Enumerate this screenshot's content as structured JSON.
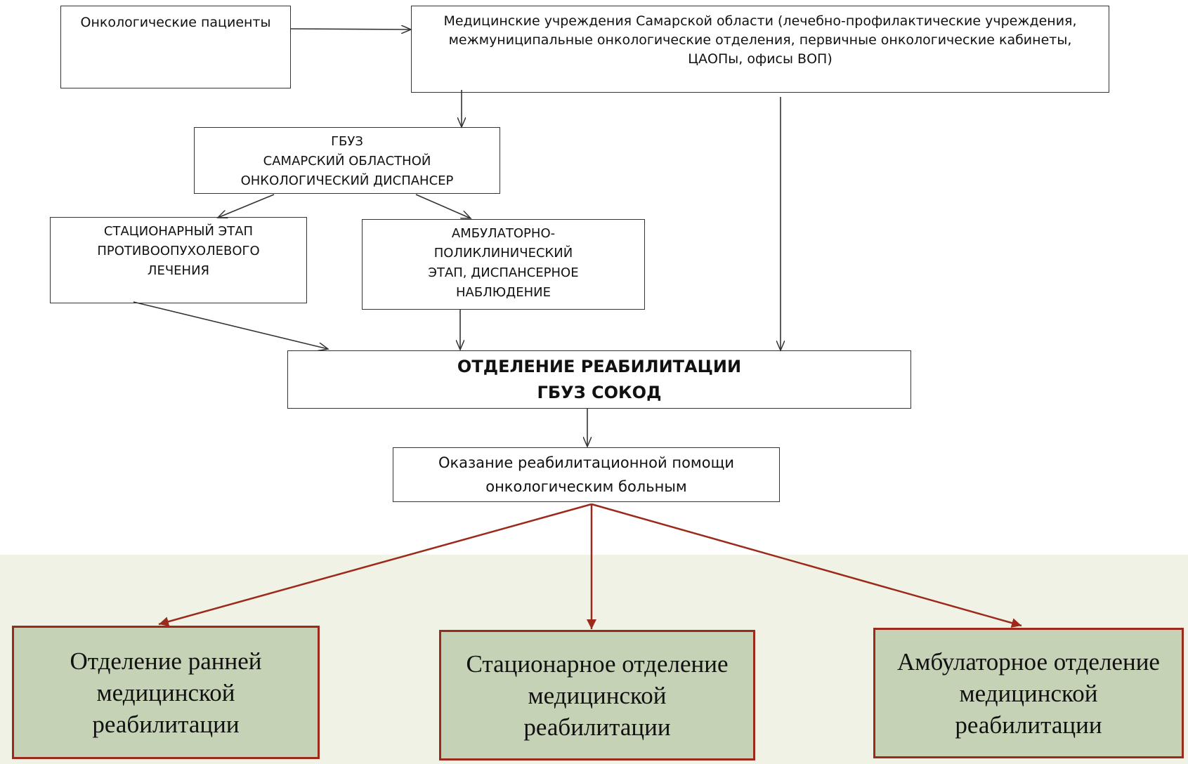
{
  "nodes": {
    "patients": {
      "lines": [
        "Онкологические пациенты"
      ]
    },
    "institutions": {
      "lines": [
        "Медицинские учреждения Самарской области (лечебно-профилактические учреждения,",
        "межмуниципальные онкологические отделения, первичные онкологические кабинеты,",
        "ЦАОПы, офисы ВОП)"
      ]
    },
    "dispensary": {
      "lines": [
        "ГБУЗ",
        "САМАРСКИЙ ОБЛАСТНОЙ",
        "ОНКОЛОГИЧЕСКИЙ ДИСПАНСЕР"
      ]
    },
    "inpatient_stage": {
      "lines": [
        "СТАЦИОНАРНЫЙ ЭТАП",
        "ПРОТИВООПУХОЛЕВОГО",
        "ЛЕЧЕНИЯ"
      ]
    },
    "outpatient_stage": {
      "lines": [
        "АМБУЛАТОРНО-",
        "ПОЛИКЛИНИЧЕСКИЙ",
        "ЭТАП, ДИСПАНСЕРНОЕ",
        "НАБЛЮДЕНИЕ"
      ]
    },
    "rehab_dept": {
      "lines": [
        "ОТДЕЛЕНИЕ РЕАБИЛИТАЦИИ",
        "ГБУЗ СОКОД"
      ]
    },
    "rehab_help": {
      "lines": [
        "Оказание реабилитационной помощи",
        "онкологическим больным"
      ]
    },
    "early_rehab": {
      "lines": [
        "Отделение ранней",
        "медицинской",
        "реабилитации"
      ]
    },
    "inpatient_rehab": {
      "lines": [
        "Стационарное отделение",
        "медицинской",
        "реабилитации"
      ]
    },
    "outpatient_rehab": {
      "lines": [
        "Амбулаторное отделение",
        "медицинской",
        "реабилитации"
      ]
    }
  },
  "colors": {
    "arrow_black": "#333333",
    "arrow_red": "#9b2a1a",
    "green_fill": "#c5d2b5",
    "bottom_bg": "#f1f2e6"
  }
}
